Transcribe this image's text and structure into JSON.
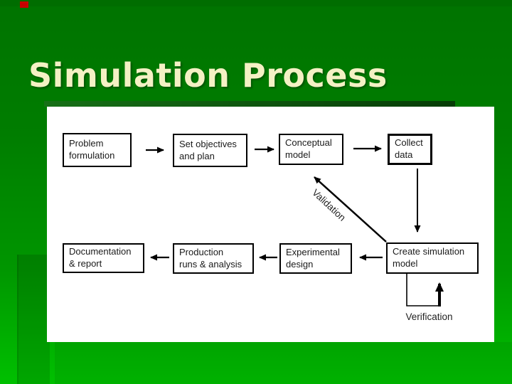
{
  "slide": {
    "title": "Simulation Process",
    "colors": {
      "background_green": "#008000",
      "background_bright_green": "#00c000",
      "accent_red": "#c80000",
      "title_cream": "#f4f1c4",
      "diagram_panel": "#ffffff",
      "line_black": "#000000"
    }
  },
  "diagram": {
    "boxes": [
      {
        "id": "problem-formulation",
        "line1": "Problem",
        "line2": "formulation"
      },
      {
        "id": "set-objectives",
        "line1": "Set objectives",
        "line2": "and plan"
      },
      {
        "id": "conceptual-model",
        "line1": "Conceptual",
        "line2": "model"
      },
      {
        "id": "collect-data",
        "line1": "Collect",
        "line2": "data"
      },
      {
        "id": "documentation-report",
        "line1": "Documentation",
        "line2": "& report"
      },
      {
        "id": "production-runs",
        "line1": "Production",
        "line2": "runs & analysis"
      },
      {
        "id": "experimental-design",
        "line1": "Experimental",
        "line2": "design"
      },
      {
        "id": "create-simulation-model",
        "line1": "Create simulation",
        "line2": "model"
      }
    ],
    "labels": {
      "validation": "Validation",
      "verification": "Verification"
    }
  }
}
